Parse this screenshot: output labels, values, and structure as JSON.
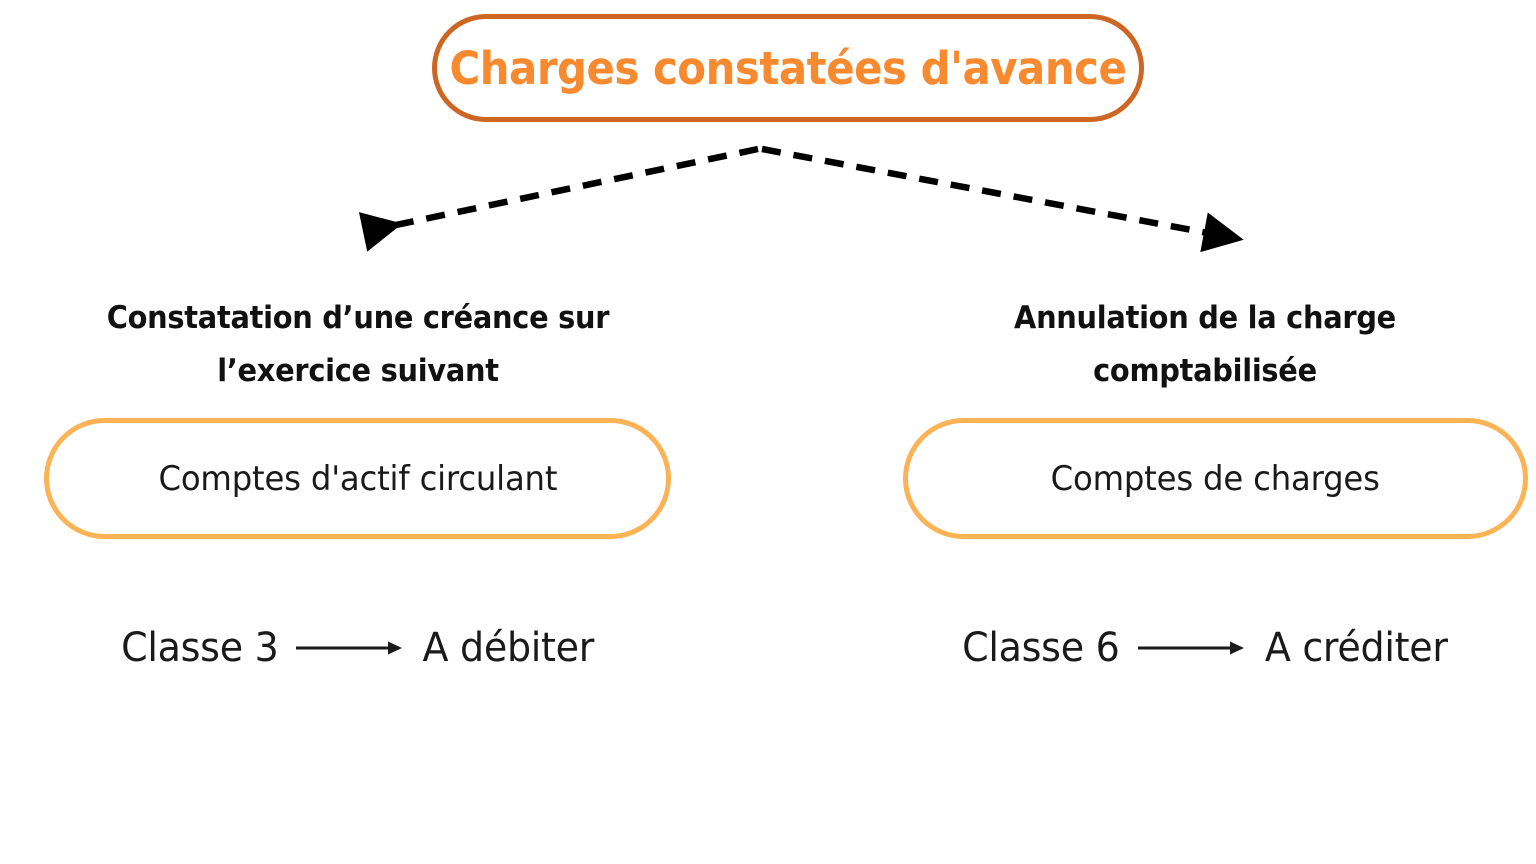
{
  "diagram": {
    "title": "Charges constatées d'avance",
    "colors": {
      "title_border": "#cc6622",
      "title_text": "#f7892f",
      "pill_border": "#fbb355",
      "connector": "#000000",
      "body_text": "#1a1a1a",
      "background": "#ffffff"
    },
    "branches": [
      {
        "heading": "Constatation d’une créance sur l’exercice suivant",
        "account_box": "Comptes d'actif circulant",
        "class_label": "Classe 3",
        "operation": "A débiter"
      },
      {
        "heading": "Annulation de la charge comptabilisée",
        "account_box": "Comptes de charges",
        "class_label": "Classe 6",
        "operation": "A créditer"
      }
    ],
    "connectors": {
      "style": "dashed",
      "arrowheads": 2,
      "from": "title",
      "to": [
        "branch-left",
        "branch-right"
      ]
    }
  }
}
